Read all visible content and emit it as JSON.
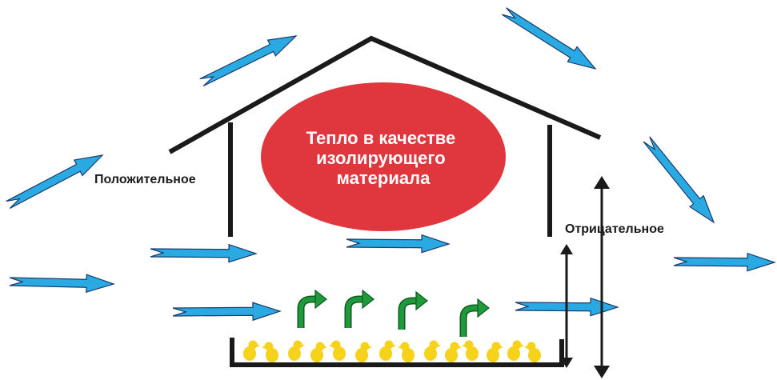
{
  "diagram": {
    "center_label": {
      "line1": "Тепло в качестве",
      "line2": "изолирующего",
      "line3": "материала"
    },
    "left_label": "Положительное",
    "right_label": "Отрицательное",
    "colors": {
      "wind_arrow_fill": "#2aaae2",
      "wind_arrow_stroke": "#1b3a6e",
      "heat_ellipse": "#e0373f",
      "heat_text": "#ffffff",
      "upflow_arrow": "#1e9a3a",
      "chick": "#f6d21a",
      "structure": "#1a1a1a"
    },
    "icons": [
      "wind-arrow",
      "upflow-arrow",
      "double-arrow",
      "chick"
    ]
  }
}
